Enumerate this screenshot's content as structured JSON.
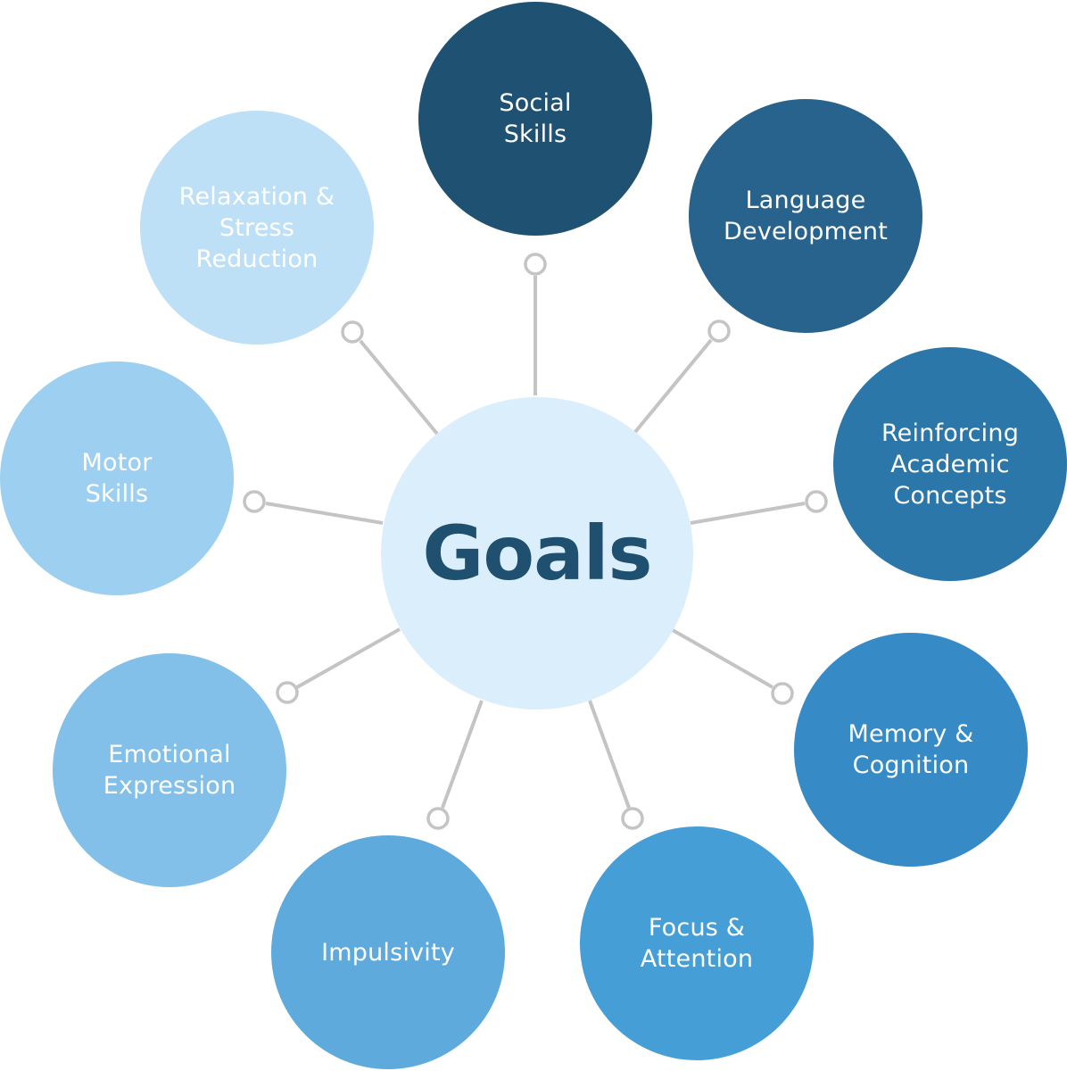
{
  "hub": {
    "label": "Goals",
    "fill": "#dbeefb",
    "text_color": "#1f5070"
  },
  "connector_color": "#c4c4c4",
  "nodes": [
    {
      "label": "Social\nSkills",
      "fill": "#1f5173",
      "text_color": "#ffffff"
    },
    {
      "label": "Language\nDevelopment",
      "fill": "#28638e",
      "text_color": "#ffffff"
    },
    {
      "label": "Reinforcing\nAcademic\nConcepts",
      "fill": "#2c77aa",
      "text_color": "#ffffff"
    },
    {
      "label": "Memory &\nCognition",
      "fill": "#368ac6",
      "text_color": "#ffffff"
    },
    {
      "label": "Focus &\nAttention",
      "fill": "#469ed6",
      "text_color": "#ffffff"
    },
    {
      "label": "Impulsivity",
      "fill": "#5eaadd",
      "text_color": "#ffffff"
    },
    {
      "label": "Emotional\nExpression",
      "fill": "#82bfe9",
      "text_color": "#ffffff"
    },
    {
      "label": "Motor\nSkills",
      "fill": "#9dcff0",
      "text_color": "#ffffff"
    },
    {
      "label": "Relaxation &\nStress\nReduction",
      "fill": "#bde0f7",
      "text_color": "#ffffff"
    }
  ]
}
